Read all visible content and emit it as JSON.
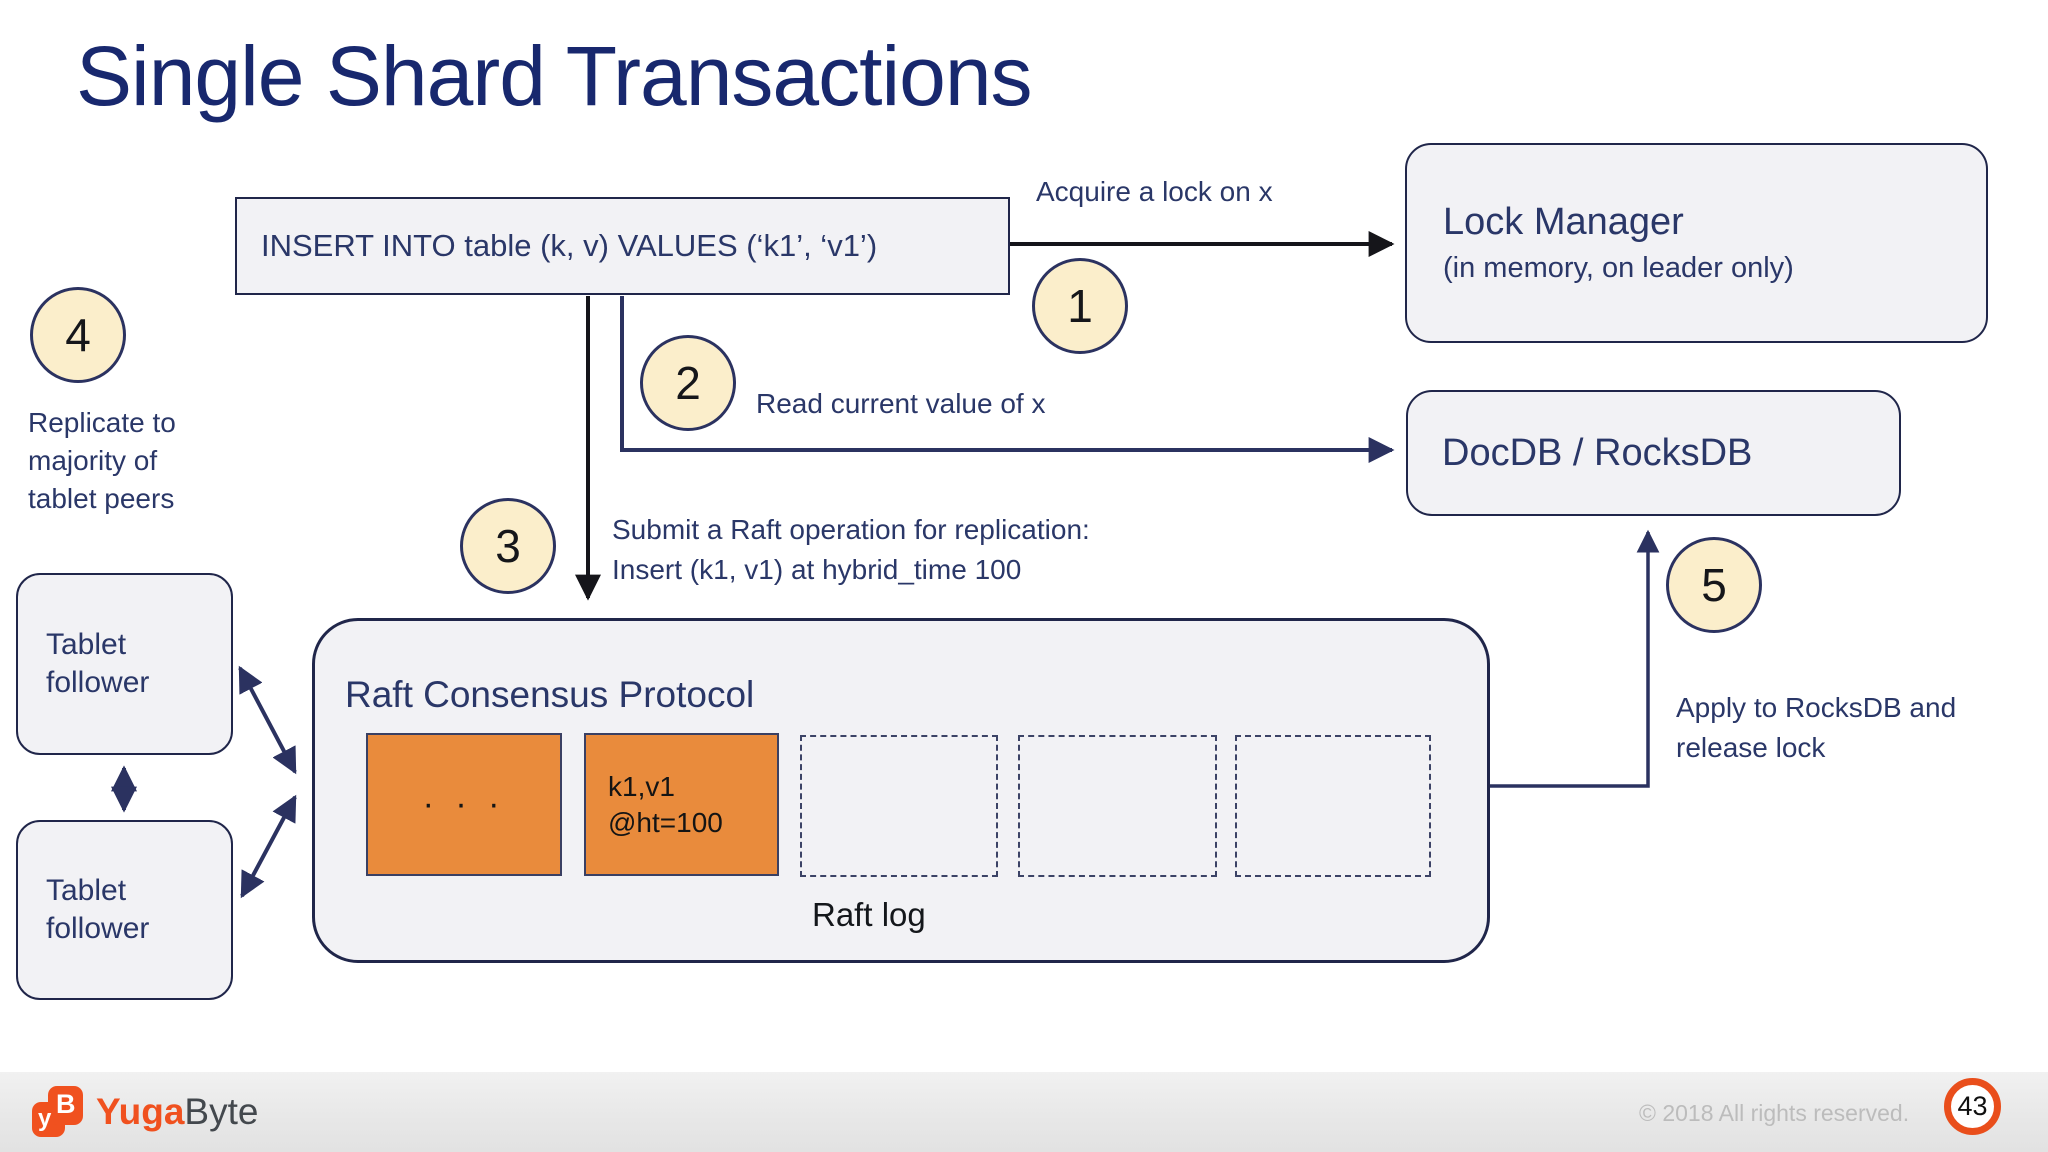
{
  "slide": {
    "title": "Single Shard Transactions"
  },
  "colors": {
    "title_navy": "#18286e",
    "diagram_navy": "#2b3260",
    "box_fill": "#f2f2f5",
    "orange_fill": "#e98b3c",
    "circle_fill": "#fbeecb",
    "brand_orange": "#f0511f",
    "page_badge_ring": "#e94e1b",
    "footer_gray": "#e9e9e9"
  },
  "diagram": {
    "insert_statement": "INSERT INTO table (k, v) VALUES (‘k1’, ‘v1’)",
    "lock_manager": {
      "title": "Lock Manager",
      "subtitle": "(in memory, on leader only)"
    },
    "docdb": {
      "title": "DocDB / RocksDB"
    },
    "raft": {
      "title": "Raft Consensus Protocol",
      "ellipsis_cell": "· · ·",
      "entry_cell": "k1,v1\n@ht=100",
      "empty_slots": 3,
      "log_label": "Raft log"
    },
    "tablet_followers": [
      {
        "label": "Tablet\nfollower"
      },
      {
        "label": "Tablet\nfollower"
      }
    ],
    "steps": [
      {
        "num": "1",
        "label": "Acquire a lock on x"
      },
      {
        "num": "2",
        "label": "Read current value of x"
      },
      {
        "num": "3",
        "label": "Submit a Raft operation for replication:\nInsert (k1, v1) at hybrid_time 100"
      },
      {
        "num": "4",
        "label": "Replicate to\nmajority of\ntablet peers"
      },
      {
        "num": "5",
        "label": "Apply to RocksDB and\nrelease lock"
      }
    ]
  },
  "footer": {
    "brand": {
      "icon_y": "y",
      "icon_b": "B",
      "name_orange": "Yuga",
      "name_dark": "Byte"
    },
    "copyright": "© 2018 All rights reserved.",
    "page_number": "43"
  }
}
